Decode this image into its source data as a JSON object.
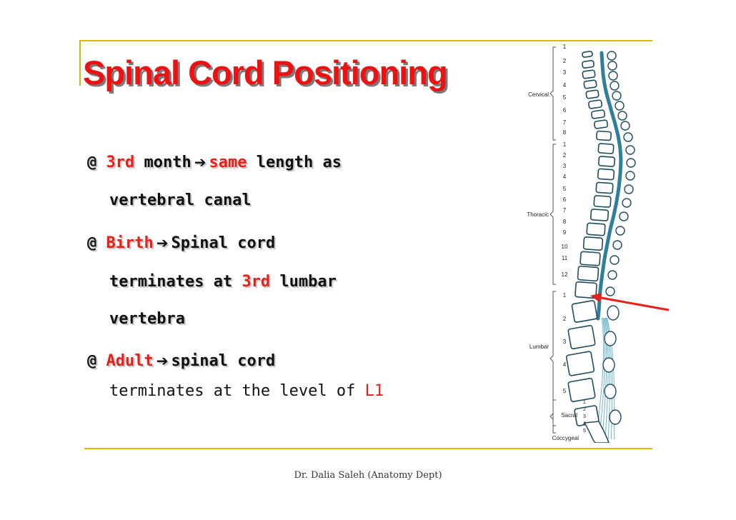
{
  "slide": {
    "title": "Spinal Cord Positioning",
    "bullet1": {
      "marker": "@",
      "w1": "3rd",
      "w2": "month",
      "arrow": "➔",
      "w3": "same",
      "w4": "length as",
      "cont": "vertebral canal"
    },
    "bullet2": {
      "marker": "@",
      "w1": "Birth",
      "arrow": "➔",
      "w2": "Spinal cord",
      "cont1a": "terminates at",
      "cont1b": "3rd",
      "cont1c": "lumbar",
      "cont2": "vertebra"
    },
    "bullet3": {
      "marker": "@",
      "w1": "Adult",
      "arrow": "➔",
      "w2": "spinal cord",
      "cont_a": "terminates at the level of",
      "cont_b": "L1"
    },
    "footer": "Dr. Dalia Saleh (Anatomy Dept)"
  },
  "figure": {
    "regions": {
      "cervical": "Cervical",
      "thoracic": "Thoracic",
      "lumbar": "Lumbar",
      "sacral": "Sacral",
      "coccygeal": "Coccygeal"
    },
    "cervical_numbers": [
      "1",
      "2",
      "3",
      "4",
      "5",
      "6",
      "7",
      "8"
    ],
    "thoracic_numbers": [
      "1",
      "2",
      "3",
      "4",
      "5",
      "6",
      "7",
      "8",
      "9",
      "10",
      "11",
      "12"
    ],
    "lumbar_numbers": [
      "1",
      "2",
      "3",
      "4",
      "5"
    ],
    "sacral_numbers": [
      "1",
      "2",
      "3",
      "4",
      "5"
    ],
    "colors": {
      "cord": "#2f7f9a",
      "nerves": "#6fb6cc",
      "pointer": "#e8201a"
    }
  }
}
